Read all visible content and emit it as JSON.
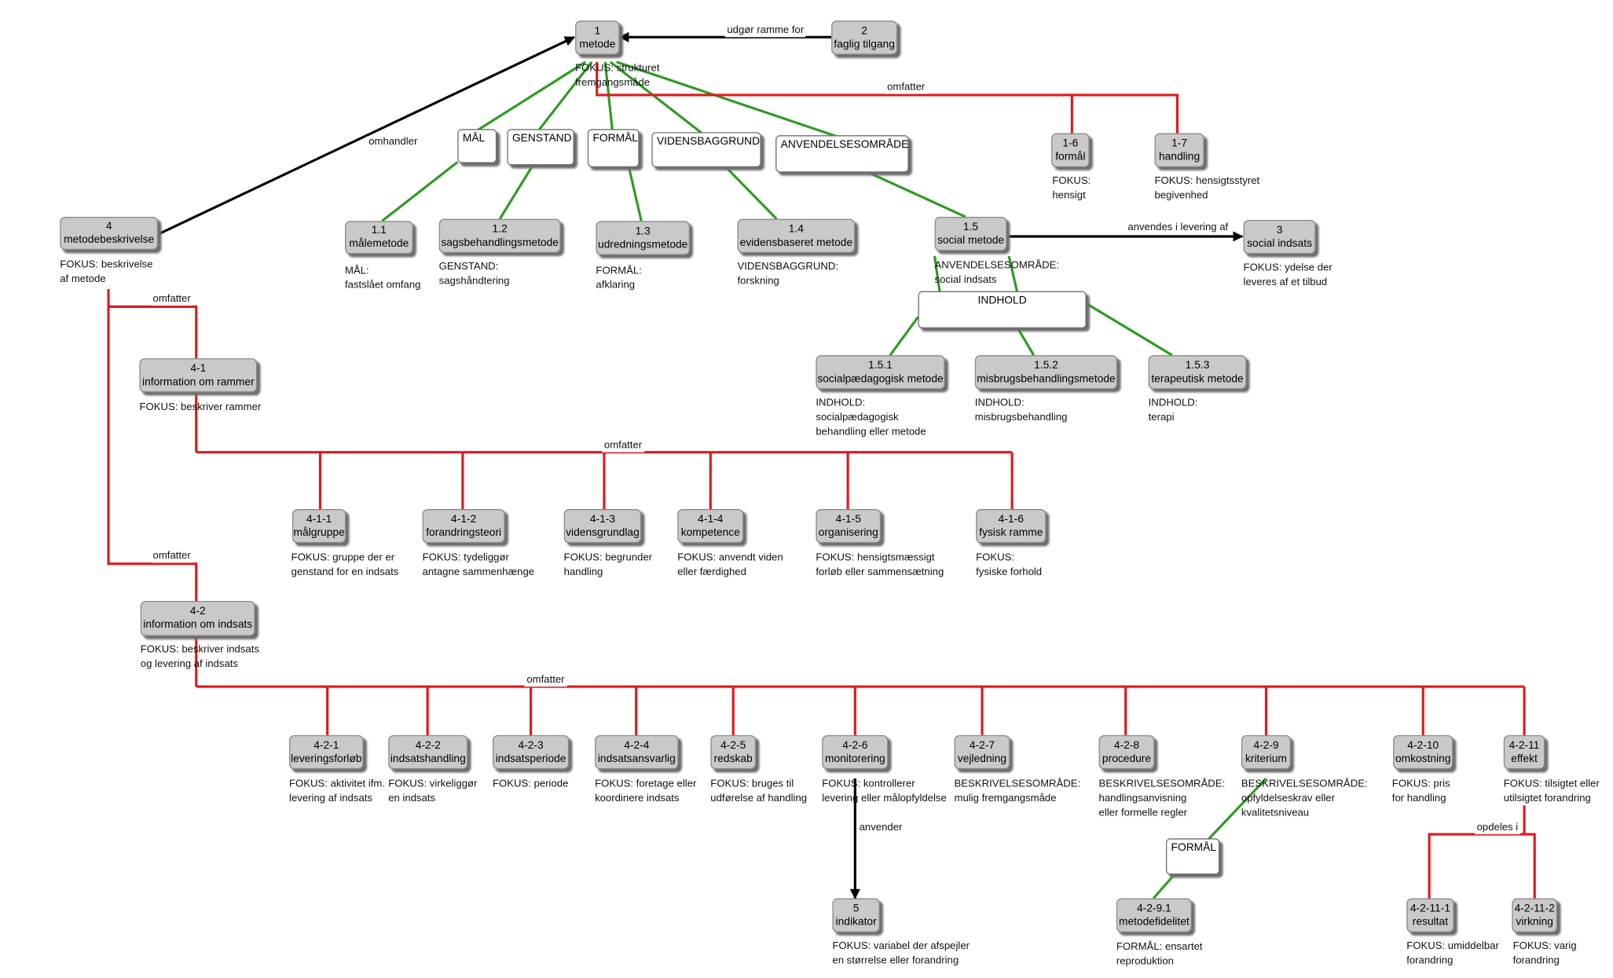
{
  "nodes": {
    "metode": {
      "id": "1",
      "name": "metode",
      "note": [
        "FOKUS: strukturet",
        "fremgangsmåde"
      ]
    },
    "faglig_tilgang": {
      "id": "2",
      "name": "faglig tilgang"
    },
    "social_indsats": {
      "id": "3",
      "name": "social indsats",
      "note": [
        "FOKUS: ydelse der",
        "leveres af et tilbud"
      ]
    },
    "metodebeskrivelse": {
      "id": "4",
      "name": "metodebeskrivelse",
      "note": [
        "FOKUS: beskrivelse",
        "af metode"
      ]
    },
    "n1_1": {
      "id": "1.1",
      "name": "målemetode",
      "note": [
        "MÅL:",
        "fastslået omfang"
      ]
    },
    "n1_2": {
      "id": "1.2",
      "name": "sagsbehandlingsmetode",
      "note": [
        "GENSTAND:",
        "sagshåndtering"
      ]
    },
    "n1_3": {
      "id": "1.3",
      "name": "udredningsmetode",
      "note": [
        "FORMÅL:",
        "afklaring"
      ]
    },
    "n1_4": {
      "id": "1.4",
      "name": "evidensbaseret metode",
      "note": [
        "VIDENSBAGGRUND:",
        "forskning"
      ]
    },
    "n1_5": {
      "id": "1.5",
      "name": "social metode",
      "note": [
        "ANVENDELSESOMRÅDE:",
        "social indsats"
      ]
    },
    "n1_6": {
      "id": "1-6",
      "name": "formål",
      "note": [
        "FOKUS:",
        "hensigt"
      ]
    },
    "n1_7": {
      "id": "1-7",
      "name": "handling",
      "note": [
        "FOKUS: hensigtsstyret",
        "begivenhed"
      ]
    },
    "n1_5_1": {
      "id": "1.5.1",
      "name": "socialpædagogisk metode",
      "note": [
        "INDHOLD:",
        "socialpædagogisk",
        "behandling eller metode"
      ]
    },
    "n1_5_2": {
      "id": "1.5.2",
      "name": "misbrugsbehandlingsmetode",
      "note": [
        "INDHOLD:",
        "misbrugsbehandling"
      ]
    },
    "n1_5_3": {
      "id": "1.5.3",
      "name": "terapeutisk metode",
      "note": [
        "INDHOLD:",
        "terapi"
      ]
    },
    "n4_1": {
      "id": "4-1",
      "name": "information om rammer",
      "note": [
        "FOKUS: beskriver rammer"
      ]
    },
    "n4_2": {
      "id": "4-2",
      "name": "information om indsats",
      "note": [
        "FOKUS: beskriver indsats",
        "og levering af indsats"
      ]
    },
    "n4_1_1": {
      "id": "4-1-1",
      "name": "målgruppe",
      "note": [
        "FOKUS: gruppe der er",
        "genstand for en indsats"
      ]
    },
    "n4_1_2": {
      "id": "4-1-2",
      "name": "forandringsteori",
      "note": [
        "FOKUS: tydeliggør",
        "antagne sammenhænge"
      ]
    },
    "n4_1_3": {
      "id": "4-1-3",
      "name": "vidensgrundlag",
      "note": [
        "FOKUS: begrunder",
        "handling"
      ]
    },
    "n4_1_4": {
      "id": "4-1-4",
      "name": "kompetence",
      "note": [
        "FOKUS: anvendt viden",
        "eller færdighed"
      ]
    },
    "n4_1_5": {
      "id": "4-1-5",
      "name": "organisering",
      "note": [
        "FOKUS: hensigtsmæssigt",
        "forløb eller sammensætning"
      ]
    },
    "n4_1_6": {
      "id": "4-1-6",
      "name": "fysisk ramme",
      "note": [
        "FOKUS:",
        "fysiske forhold"
      ]
    },
    "n4_2_1": {
      "id": "4-2-1",
      "name": "leveringsforløb",
      "note": [
        "FOKUS: aktivitet ifm.",
        "levering af indsats"
      ]
    },
    "n4_2_2": {
      "id": "4-2-2",
      "name": "indsatshandling",
      "note": [
        "FOKUS: virkeliggør",
        "en indsats"
      ]
    },
    "n4_2_3": {
      "id": "4-2-3",
      "name": "indsatsperiode",
      "note": [
        "FOKUS: periode"
      ]
    },
    "n4_2_4": {
      "id": "4-2-4",
      "name": "indsatsansvarlig",
      "note": [
        "FOKUS: foretage eller",
        "koordinere indsats"
      ]
    },
    "n4_2_5": {
      "id": "4-2-5",
      "name": "redskab",
      "note": [
        "FOKUS: bruges til",
        "udførelse af handling"
      ]
    },
    "n4_2_6": {
      "id": "4-2-6",
      "name": "monitorering",
      "note": [
        "FOKUS: kontrollerer",
        "levering eller målopfyldelse"
      ]
    },
    "n4_2_7": {
      "id": "4-2-7",
      "name": "vejledning",
      "note": [
        "BESKRIVELSESOMRÅDE:",
        "mulig fremgangsmåde"
      ]
    },
    "n4_2_8": {
      "id": "4-2-8",
      "name": "procedure",
      "note": [
        "BESKRIVELSESOMRÅDE:",
        "handlingsanvisning",
        "eller formelle regler"
      ]
    },
    "n4_2_9": {
      "id": "4-2-9",
      "name": "kriterium",
      "note": [
        "BESKRIVELSESOMRÅDE:",
        "opfyldelseskrav eller",
        "kvalitetsniveau"
      ]
    },
    "n4_2_10": {
      "id": "4-2-10",
      "name": "omkostning",
      "note": [
        "FOKUS: pris",
        "for handling"
      ]
    },
    "n4_2_11": {
      "id": "4-2-11",
      "name": "effekt",
      "note": [
        "FOKUS: tilsigtet eller",
        "utilsigtet forandring"
      ]
    },
    "indikator": {
      "id": "5",
      "name": "indikator",
      "note": [
        "FOKUS: variabel der afspejler",
        "en størrelse eller forandring"
      ]
    },
    "n4_2_9_1": {
      "id": "4-2-9.1",
      "name": "metodefidelitet",
      "note": [
        "FORMÅL: ensartet",
        "reproduktion"
      ]
    },
    "n4_2_11_1": {
      "id": "4-2-11-1",
      "name": "resultat",
      "note": [
        "FOKUS: umiddelbar",
        "forandring"
      ]
    },
    "n4_2_11_2": {
      "id": "4-2-11-2",
      "name": "virkning",
      "note": [
        "FOKUS: varig",
        "forandring"
      ]
    }
  },
  "categories": {
    "mal": "MÅL",
    "genstand": "GENSTAND",
    "formal": "FORMÅL",
    "vidensbaggrund": "VIDENSBAGGRUND",
    "anvendelsesomrade": "ANVENDELSESOMRÅDE",
    "indhold": "INDHOLD",
    "formal2": "FORMÅL"
  },
  "edge_labels": {
    "udgor_ramme_for": "udgør ramme for",
    "omhandler": "omhandler",
    "omfatter_top": "omfatter",
    "anvendes_i_levering_af": "anvendes i levering af",
    "omfatter_4_1": "omfatter",
    "omfatter_4_1_children": "omfatter",
    "omfatter_4_2": "omfatter",
    "omfatter_4_2_children": "omfatter",
    "anvender": "anvender",
    "opdeles_i": "opdeles i"
  },
  "colors": {
    "relation_red": "#e0181c",
    "category_green": "#2e9b22",
    "arrow_black": "#000000",
    "node_fill": "#c9c9c9",
    "category_fill": "#ffffff"
  }
}
